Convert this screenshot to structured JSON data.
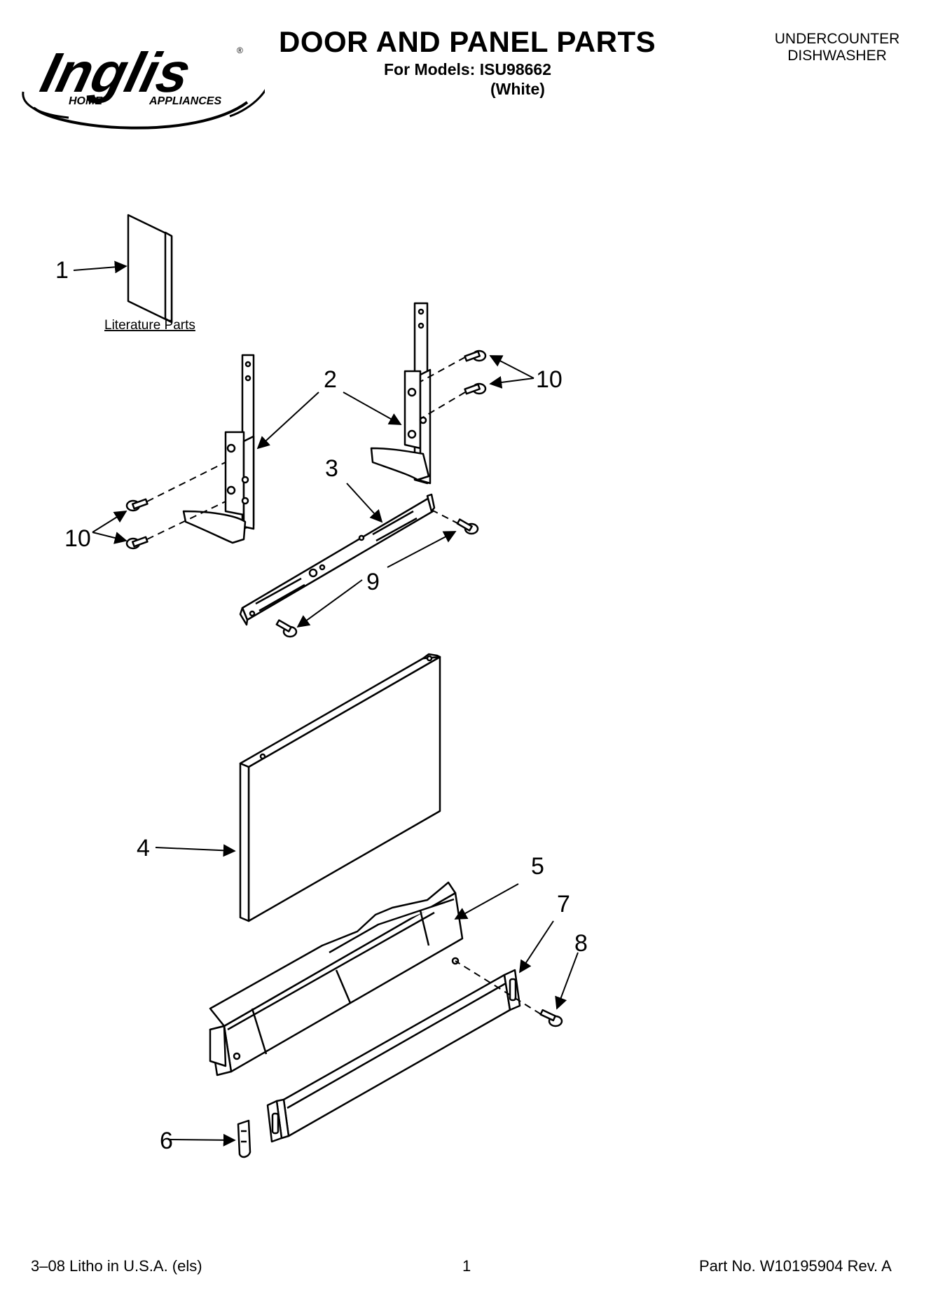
{
  "header": {
    "brand_name": "Inglis",
    "brand_tagline_left": "HOME",
    "brand_tagline_right": "APPLIANCES",
    "title": "DOOR AND PANEL PARTS",
    "models_line": "For Models: ISU98662",
    "variant": "(White)",
    "product_line1": "UNDERCOUNTER",
    "product_line2": "DISHWASHER"
  },
  "diagram": {
    "literature_label": "Literature Parts",
    "callouts": [
      "1",
      "2",
      "3",
      "4",
      "5",
      "6",
      "7",
      "8",
      "9",
      "10",
      "10"
    ]
  },
  "footer": {
    "left": "3–08 Litho in U.S.A. (els)",
    "page": "1",
    "part_no": "Part No. W10195904 Rev. A"
  }
}
